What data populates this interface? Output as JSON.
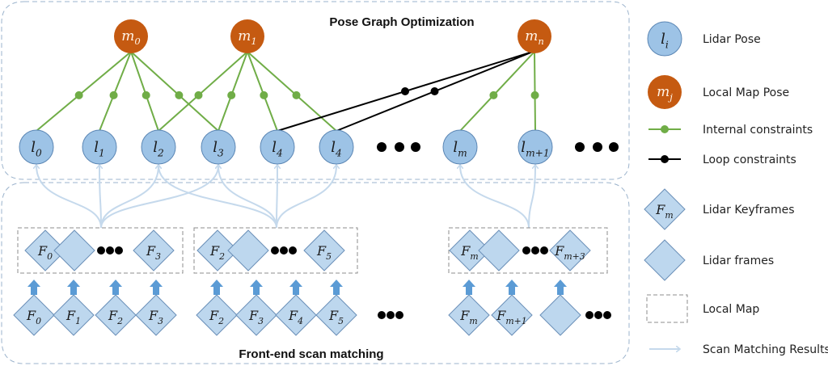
{
  "titles": {
    "top": "Pose Graph Optimization",
    "bottom": "Front-end scan matching"
  },
  "colors": {
    "lidar_pose_fill": "#9dc3e6",
    "lidar_pose_stroke": "#5b86b4",
    "map_pose_fill": "#c55a11",
    "internal_constraint": "#70ad47",
    "loop_constraint": "#000000",
    "frame_fill": "#bdd7ee",
    "frame_stroke": "#6a8fb8",
    "scan_arrow": "#c5d9ec",
    "block_arrow": "#5b9bd5",
    "dash_border": "#8fa9c3"
  },
  "map_poses": [
    {
      "base": "m",
      "sub": "0"
    },
    {
      "base": "m",
      "sub": "1"
    },
    {
      "base": "m",
      "sub": "n"
    }
  ],
  "lidar_poses": [
    {
      "base": "l",
      "sub": "0"
    },
    {
      "base": "l",
      "sub": "1"
    },
    {
      "base": "l",
      "sub": "2"
    },
    {
      "base": "l",
      "sub": "3"
    },
    {
      "base": "l",
      "sub": "4"
    },
    {
      "base": "l",
      "sub": "4"
    },
    {
      "base": "l",
      "sub": "m"
    },
    {
      "base": "l",
      "sub": "m+1"
    }
  ],
  "local_maps": [
    {
      "frames": [
        {
          "base": "F",
          "sub": "0"
        },
        {
          "base": "",
          "sub": ""
        },
        {
          "base": "F",
          "sub": "3"
        }
      ]
    },
    {
      "frames": [
        {
          "base": "F",
          "sub": "2"
        },
        {
          "base": "",
          "sub": ""
        },
        {
          "base": "F",
          "sub": "5"
        }
      ]
    },
    {
      "frames": [
        {
          "base": "F",
          "sub": "m"
        },
        {
          "base": "",
          "sub": ""
        },
        {
          "base": "F",
          "sub": "m+3"
        }
      ]
    }
  ],
  "input_frames": [
    {
      "base": "F",
      "sub": "0"
    },
    {
      "base": "F",
      "sub": "1"
    },
    {
      "base": "F",
      "sub": "2"
    },
    {
      "base": "F",
      "sub": "3"
    },
    {
      "base": "F",
      "sub": "2"
    },
    {
      "base": "F",
      "sub": "3"
    },
    {
      "base": "F",
      "sub": "4"
    },
    {
      "base": "F",
      "sub": "5"
    },
    {
      "base": "F",
      "sub": "m"
    },
    {
      "base": "F",
      "sub": "m+1"
    },
    {
      "base": "",
      "sub": ""
    }
  ],
  "legend": [
    {
      "kind": "lidar-pose",
      "symbol": {
        "base": "l",
        "sub": "i"
      },
      "label": "Lidar Pose"
    },
    {
      "kind": "map-pose",
      "symbol": {
        "base": "m",
        "sub": "j"
      },
      "label": "Local Map Pose"
    },
    {
      "kind": "internal",
      "label": "Internal constraints"
    },
    {
      "kind": "loop",
      "label": "Loop constraints"
    },
    {
      "kind": "keyframe",
      "symbol": {
        "base": "F",
        "sub": "m"
      },
      "label": "Lidar Keyframes"
    },
    {
      "kind": "frame",
      "label": "Lidar frames"
    },
    {
      "kind": "local-map",
      "label": "Local Map"
    },
    {
      "kind": "scan-arrow",
      "label": "Scan Matching Results"
    }
  ]
}
